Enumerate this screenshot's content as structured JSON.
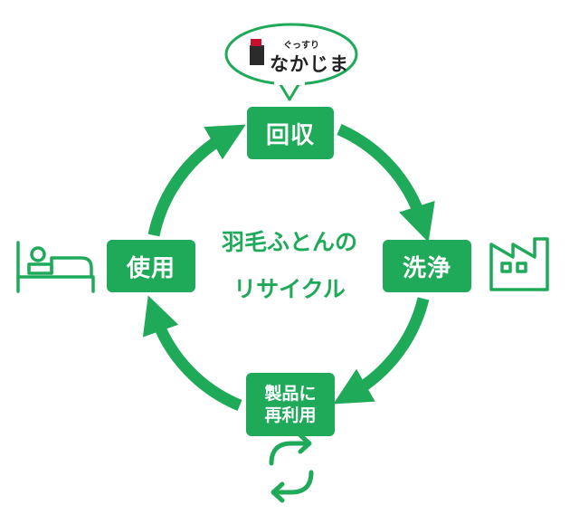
{
  "colors": {
    "accent": "#1faa5a",
    "text_dark": "#222222",
    "logo_red": "#c8102e"
  },
  "brand": {
    "small": "ぐっすり",
    "name": "なかじま"
  },
  "center": {
    "line1": "羽毛ふとんの",
    "line2": "リサイクル"
  },
  "steps": {
    "collect": "回収",
    "wash": "洗浄",
    "reuse_line1": "製品に",
    "reuse_line2": "再利用",
    "use": "使用"
  },
  "icons": {
    "bed": "bed-icon",
    "factory": "factory-icon",
    "recycle": "recycle-arrows-icon",
    "logo": "nakajima-logo-icon"
  }
}
